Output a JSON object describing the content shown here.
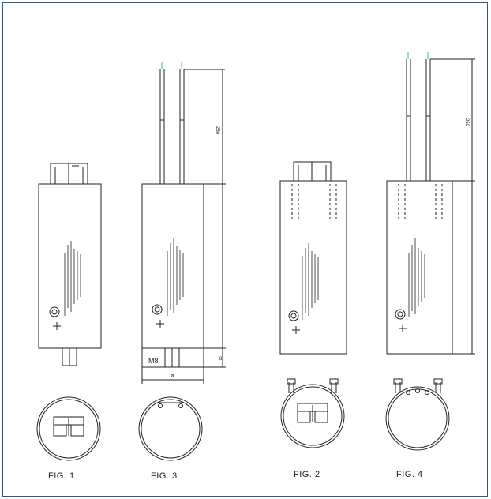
{
  "figures": {
    "fig1": {
      "label": "FIG. 1"
    },
    "fig3": {
      "label": "FIG. 3",
      "m8_label": "M8",
      "dim_base": "8",
      "dim_lead": "250",
      "dim_width": "ø"
    },
    "fig2": {
      "label": "FIG. 2"
    },
    "fig4": {
      "label": "FIG. 4",
      "dim_lead": "250"
    }
  },
  "colors": {
    "frame": "#1e5aa8",
    "ink": "#222222",
    "lead_tip": "#3bb3c8"
  }
}
